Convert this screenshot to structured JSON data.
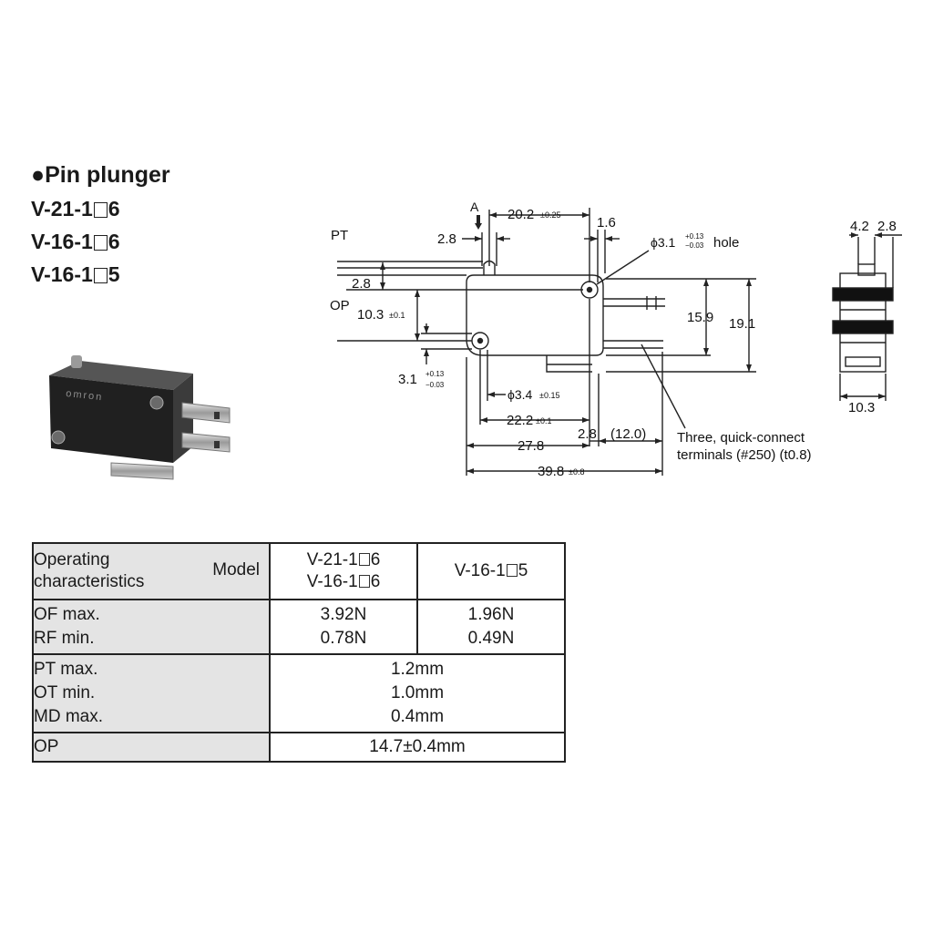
{
  "header": {
    "bullet": "●",
    "title": "Pin plunger",
    "models": [
      {
        "prefix": "V-21-1",
        "suffix": "6"
      },
      {
        "prefix": "V-16-1",
        "suffix": "6"
      },
      {
        "prefix": "V-16-1",
        "suffix": "5"
      }
    ]
  },
  "photo": {
    "brand": "omron"
  },
  "drawing": {
    "labels": {
      "a": "A",
      "pt": "PT",
      "op": "OP",
      "d_20_2": "20.2",
      "tol_20_2": "±0.25",
      "d_1_6": "1.6",
      "d_2_8_top": "2.8",
      "hole_main": "ϕ3.1",
      "hole_tol_up": "+0.13",
      "hole_tol_dn": "−0.03",
      "hole_word": "hole",
      "d_2_8_mid": "2.8",
      "d_10_3": "10.3",
      "tol_10_3": "±0.1",
      "d_15_9": "15.9",
      "d_19_1": "19.1",
      "d_3_1": "3.1",
      "tol_3_1_up": "+0.13",
      "tol_3_1_dn": "−0.03",
      "d_3_4": "ϕ3.4",
      "tol_3_4": "±0.15",
      "d_22_2": "22.2",
      "tol_22_2": "±0.1",
      "d_2_8_bot": "2.8",
      "d_12_0": "(12.0)",
      "d_27_8": "27.8",
      "d_39_8": "39.8",
      "tol_39_8": "±0.8",
      "note1": "Three, quick-connect",
      "note2": "terminals (#250) (t0.8)",
      "side_4_2": "4.2",
      "side_2_8": "2.8",
      "side_10_3": "10.3"
    }
  },
  "table": {
    "header": {
      "row_label_1": "Operating",
      "row_label_2": "characteristics",
      "model_label": "Model",
      "col1_line1": {
        "prefix": "V-21-1",
        "suffix": "6"
      },
      "col1_line2": {
        "prefix": "V-16-1",
        "suffix": "6"
      },
      "col2": {
        "prefix": "V-16-1",
        "suffix": "5"
      }
    },
    "rows": {
      "of_label": "OF max.",
      "rf_label": "RF min.",
      "of_v1": "3.92N",
      "rf_v1": "0.78N",
      "of_v2": "1.96N",
      "rf_v2": "0.49N",
      "pt_label": "PT max.",
      "ot_label": "OT min.",
      "md_label": "MD max.",
      "pt_val": "1.2mm",
      "ot_val": "1.0mm",
      "md_val": "0.4mm",
      "op_label": "OP",
      "op_val": "14.7±0.4mm"
    }
  }
}
